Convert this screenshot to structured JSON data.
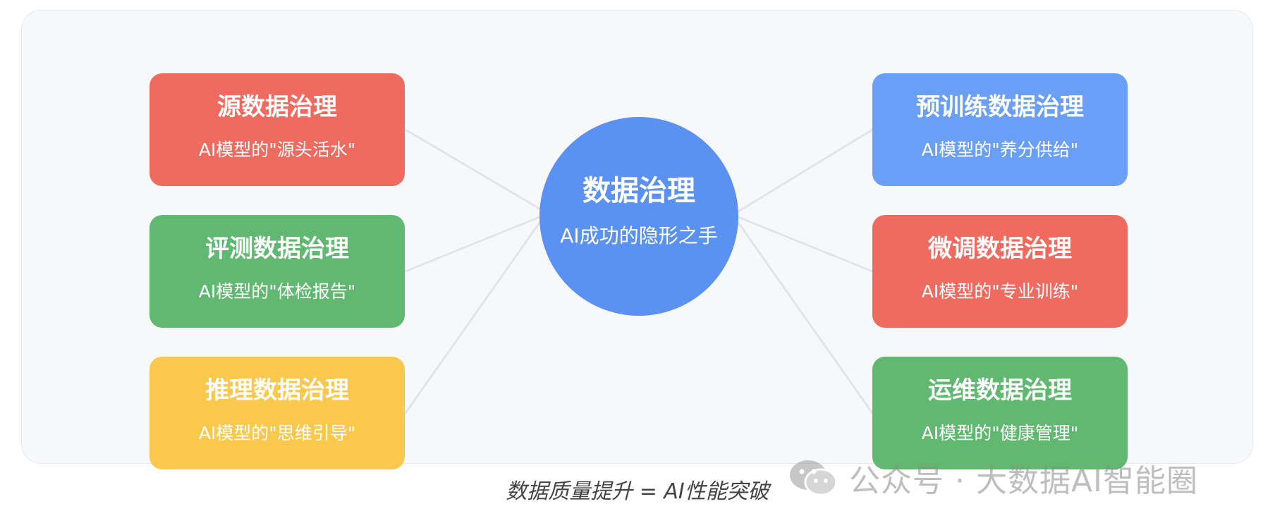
{
  "center": {
    "title": "数据治理",
    "subtitle": "AI成功的隐形之手"
  },
  "nodes": [
    {
      "title": "源数据治理",
      "subtitle": "AI模型的\"源头活水\"",
      "color": "#f06b5f"
    },
    {
      "title": "评测数据治理",
      "subtitle": "AI模型的\"体检报告\"",
      "color": "#61b871"
    },
    {
      "title": "推理数据治理",
      "subtitle": "AI模型的\"思维引导\"",
      "color": "#f9c84c"
    },
    {
      "title": "预训练数据治理",
      "subtitle": "AI模型的\"养分供给\"",
      "color": "#6a9ff7"
    },
    {
      "title": "微调数据治理",
      "subtitle": "AI模型的\"专业训练\"",
      "color": "#f06b5f"
    },
    {
      "title": "运维数据治理",
      "subtitle": "AI模型的\"健康管理\"",
      "color": "#61b871"
    }
  ],
  "caption": "数据质量提升 = AI性能突破",
  "watermark": {
    "icon": "wechat-icon",
    "text": "公众号 · 大数据AI智能圈"
  },
  "colors": {
    "center": "#5b91f0",
    "connector": "#e2e4e8",
    "panel": "#f7f8fa"
  }
}
